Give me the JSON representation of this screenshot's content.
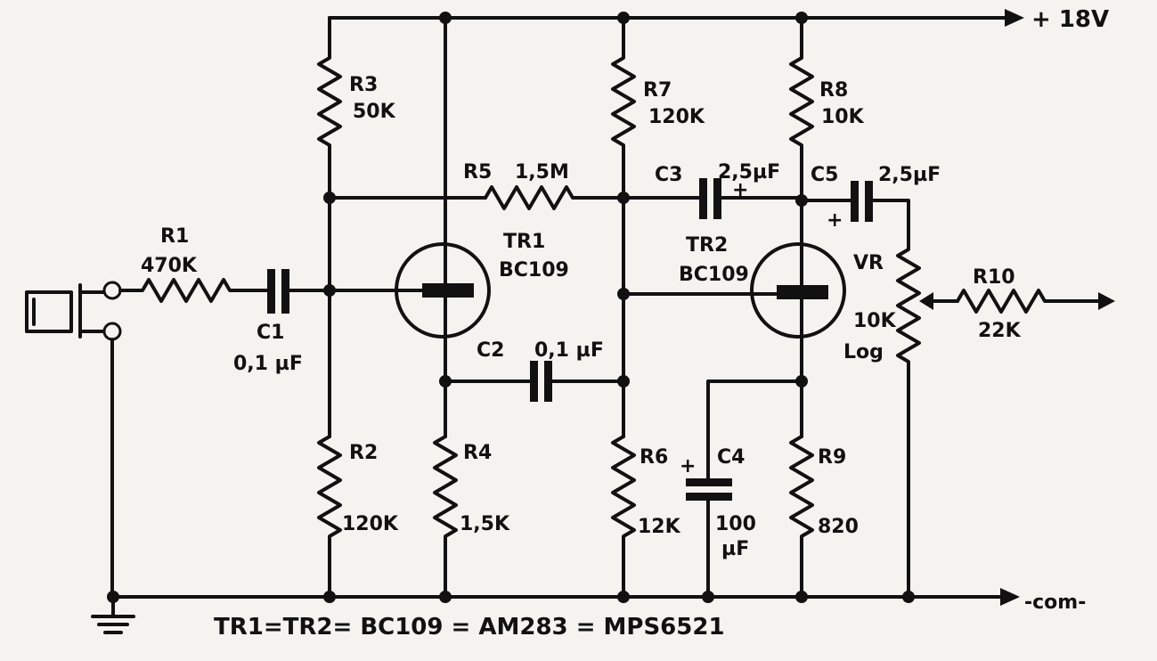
{
  "supply": {
    "label": "+ 18V"
  },
  "common": {
    "label": "-com-"
  },
  "footer": {
    "text": "TR1=TR2= BC109 = AM283 = MPS6521"
  },
  "components": {
    "r1": {
      "ref": "R1",
      "value": "470K"
    },
    "r2": {
      "ref": "R2",
      "value": "120K"
    },
    "r3": {
      "ref": "R3",
      "value": "50K"
    },
    "r4": {
      "ref": "R4",
      "value": "1,5K"
    },
    "r5": {
      "ref": "R5",
      "value": "1,5M"
    },
    "r6": {
      "ref": "R6",
      "value": "12K"
    },
    "r7": {
      "ref": "R7",
      "value": "120K"
    },
    "r8": {
      "ref": "R8",
      "value": "10K"
    },
    "r9": {
      "ref": "R9",
      "value": "820"
    },
    "r10": {
      "ref": "R10",
      "value": "22K"
    },
    "c1": {
      "ref": "C1",
      "value": "0,1 µF"
    },
    "c2": {
      "ref": "C2",
      "value": "0,1 µF"
    },
    "c3": {
      "ref": "C3",
      "value": "2,5µF"
    },
    "c4": {
      "ref": "C4",
      "value": "100",
      "unit": "µF"
    },
    "c5": {
      "ref": "C5",
      "value": "2,5µF"
    },
    "tr1": {
      "ref": "TR1",
      "type": "BC109"
    },
    "tr2": {
      "ref": "TR2",
      "type": "BC109"
    },
    "vr": {
      "ref": "VR",
      "value": "10K",
      "taper": "Log"
    }
  },
  "polarity": {
    "plus": "+"
  }
}
